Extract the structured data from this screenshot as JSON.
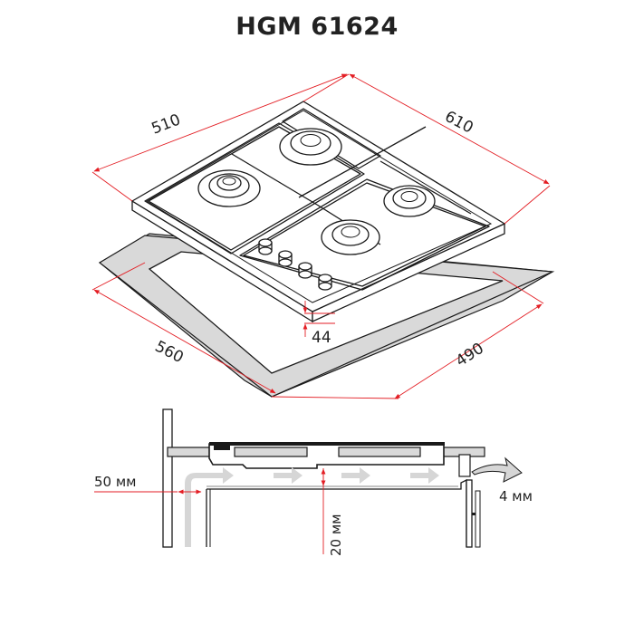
{
  "title": "HGM 61624",
  "isometric_view": {
    "dimensions": {
      "hob_depth": "510",
      "hob_width": "610",
      "cutout_width": "560",
      "cutout_depth": "490",
      "hob_height": "44"
    },
    "burners": 4,
    "control_knobs": 4
  },
  "section_view": {
    "labels": {
      "wall_clearance": "50 мм",
      "air_gap": "20 мм",
      "front_gap": "4 мм"
    }
  },
  "colors": {
    "dimension_line": "#e31e24",
    "outline": "#1a1a1a",
    "fill_gray": "#d9d9d9",
    "airflow_arrow": "#d6d6d6"
  }
}
